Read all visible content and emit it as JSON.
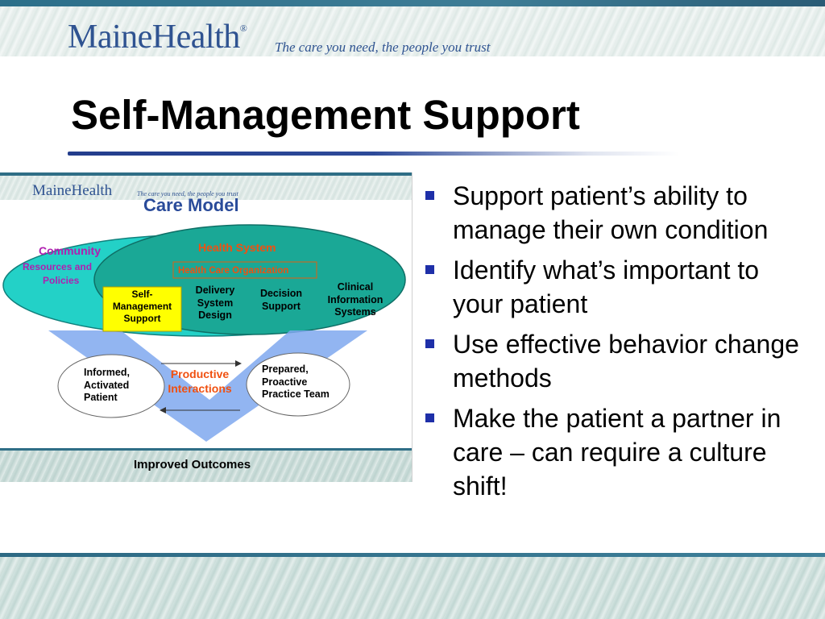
{
  "header": {
    "brand": "MaineHealth",
    "trademark": "®",
    "tagline": "The care you need, the people you trust"
  },
  "slide": {
    "title": "Self-Management Support"
  },
  "diagram": {
    "brand": "MaineHealth",
    "tagline": "The care you need, the people you trust",
    "title": "Care Model",
    "community": "Community",
    "community_sub_1": "Resources and",
    "community_sub_2": "Policies",
    "health_system": "Health System",
    "organization": "Health Care Organization",
    "self_mgmt_1": "Self-",
    "self_mgmt_2": "Management",
    "self_mgmt_3": "Support",
    "delivery_1": "Delivery",
    "delivery_2": "System",
    "delivery_3": "Design",
    "decision_1": "Decision",
    "decision_2": "Support",
    "clinical_1": "Clinical",
    "clinical_2": "Information",
    "clinical_3": "Systems",
    "patient_1": "Informed,",
    "patient_2": "Activated",
    "patient_3": "Patient",
    "productive_1": "Productive",
    "productive_2": "Interactions",
    "team_1": "Prepared,",
    "team_2": "Proactive",
    "team_3": "Practice Team",
    "outcomes": "Improved Outcomes",
    "colors": {
      "community_ellipse": "#23d1c7",
      "health_system_ellipse": "#18a694",
      "highlight": "#ffff00",
      "arrow": "#7fa8ee",
      "community_text": "#b01fb0",
      "accent_text": "#f05010"
    }
  },
  "bullets": [
    "Support patient’s ability to manage their own condition",
    "Identify what’s important to your patient",
    "Use effective behavior change methods",
    "Make the patient a partner in care – can require a culture shift!"
  ],
  "colors": {
    "brand": "#2f5391",
    "title_rule": "#233d8c",
    "bullet_marker": "#1e2fa8"
  }
}
